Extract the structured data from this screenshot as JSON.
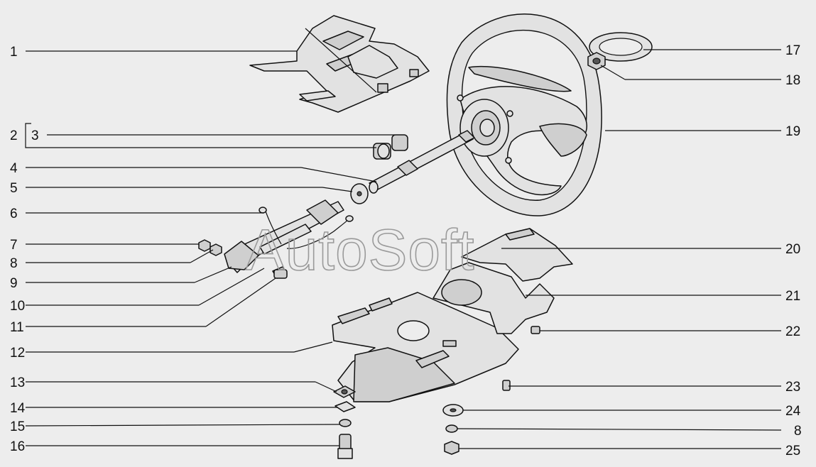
{
  "watermark": "AutoSoft",
  "callouts_left": [
    "1",
    "2",
    "3",
    "4",
    "5",
    "6",
    "7",
    "8",
    "9",
    "10",
    "11",
    "12",
    "13",
    "14",
    "15",
    "16"
  ],
  "callouts_right": [
    "17",
    "18",
    "19",
    "20",
    "21",
    "22",
    "23",
    "24",
    "8",
    "25"
  ]
}
